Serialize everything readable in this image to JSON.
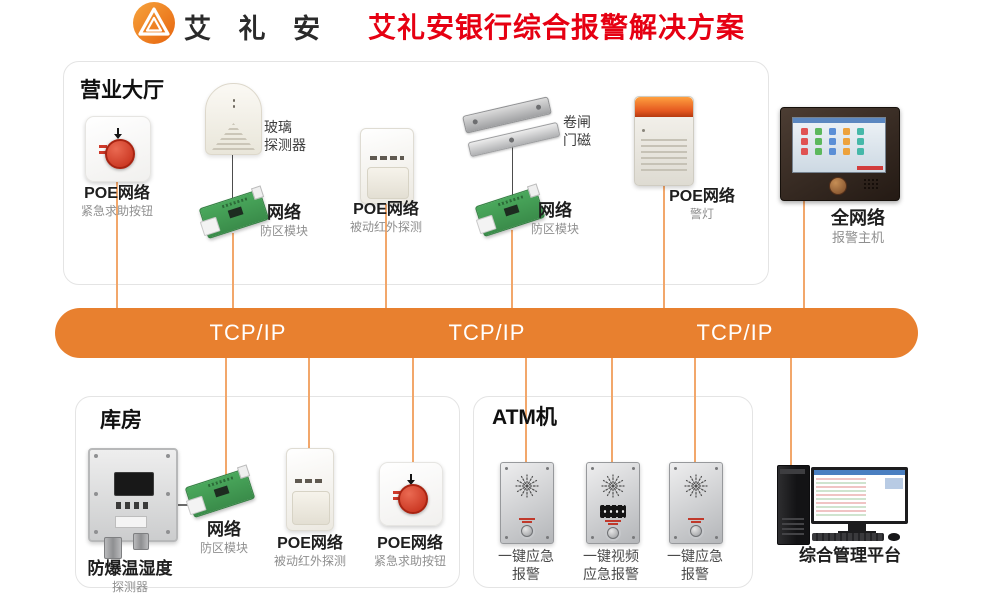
{
  "header": {
    "brand": "艾 礼 安",
    "title": "艾礼安银行综合报警解决方案"
  },
  "bus": {
    "segments": [
      "TCP/IP",
      "TCP/IP",
      "TCP/IP"
    ]
  },
  "hall": {
    "title": "营业大厅",
    "panic_button": {
      "label": "POE网络",
      "sublabel": "紧急求助按钮"
    },
    "glass_detector": {
      "line1": "玻璃",
      "line2": "探测器"
    },
    "zone_module_1": {
      "label": "网络",
      "sublabel": "防区模块"
    },
    "pir": {
      "label": "POE网络",
      "sublabel": "被动红外探测"
    },
    "shutter_magnet": {
      "line1": "卷闸",
      "line2": "门磁"
    },
    "zone_module_2": {
      "label": "网络",
      "sublabel": "防区模块"
    },
    "strobe": {
      "label": "POE网络",
      "sublabel": "警灯"
    }
  },
  "host": {
    "label": "全网络",
    "sublabel": "报警主机"
  },
  "warehouse": {
    "title": "库房",
    "exproof_detector": {
      "label": "防爆温湿度",
      "sublabel": "探测器"
    },
    "zone_module": {
      "label": "网络",
      "sublabel": "防区模块"
    },
    "pir": {
      "label": "POE网络",
      "sublabel": "被动红外探测"
    },
    "panic_button": {
      "label": "POE网络",
      "sublabel": "紧急求助按钮"
    }
  },
  "atm": {
    "title": "ATM机",
    "intercom_1": {
      "line1": "一键应急",
      "line2": "报警"
    },
    "intercom_2": {
      "line1": "一键视频",
      "line2": "应急报警"
    },
    "intercom_3": {
      "line1": "一键应急",
      "line2": "报警"
    }
  },
  "platform": {
    "label": "综合管理平台"
  },
  "colors": {
    "title_red": "#e60012",
    "bus_orange": "#e8802f",
    "line_orange": "#f2a76b"
  }
}
